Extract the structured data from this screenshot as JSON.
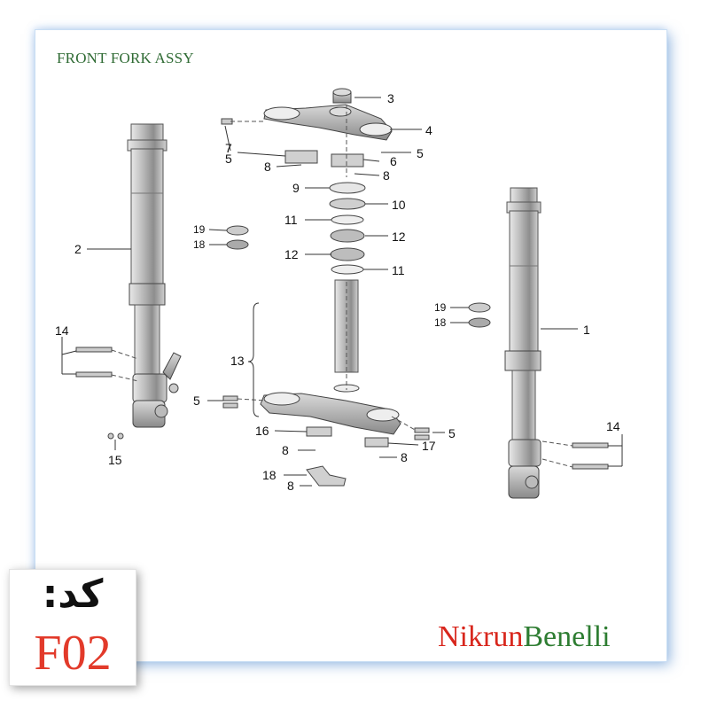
{
  "title": "FRONT FORK ASSY",
  "code": {
    "label": "کد:",
    "value": "F02"
  },
  "brand": {
    "part1": "Nikrun",
    "part2": "Benelli"
  },
  "callouts": {
    "c1": "1",
    "c2": "2",
    "c3": "3",
    "c4": "4",
    "c5a": "5",
    "c5b": "5",
    "c5c": "5",
    "c5d": "5",
    "c6": "6",
    "c7": "7",
    "c8a": "8",
    "c8b": "8",
    "c8c": "8",
    "c8d": "8",
    "c8e": "8",
    "c9": "9",
    "c10": "10",
    "c11a": "11",
    "c11b": "11",
    "c12a": "12",
    "c12b": "12",
    "c13": "13",
    "c14a": "14",
    "c14b": "14",
    "c15": "15",
    "c16": "16",
    "c17": "17",
    "c18a": "18",
    "c18b": "18",
    "c18c": "18",
    "c19a": "19",
    "c19b": "19"
  },
  "colors": {
    "title": "#2f6b34",
    "code": "#e23a2a",
    "brand_red": "#d8261c",
    "brand_green": "#2e7d32"
  }
}
